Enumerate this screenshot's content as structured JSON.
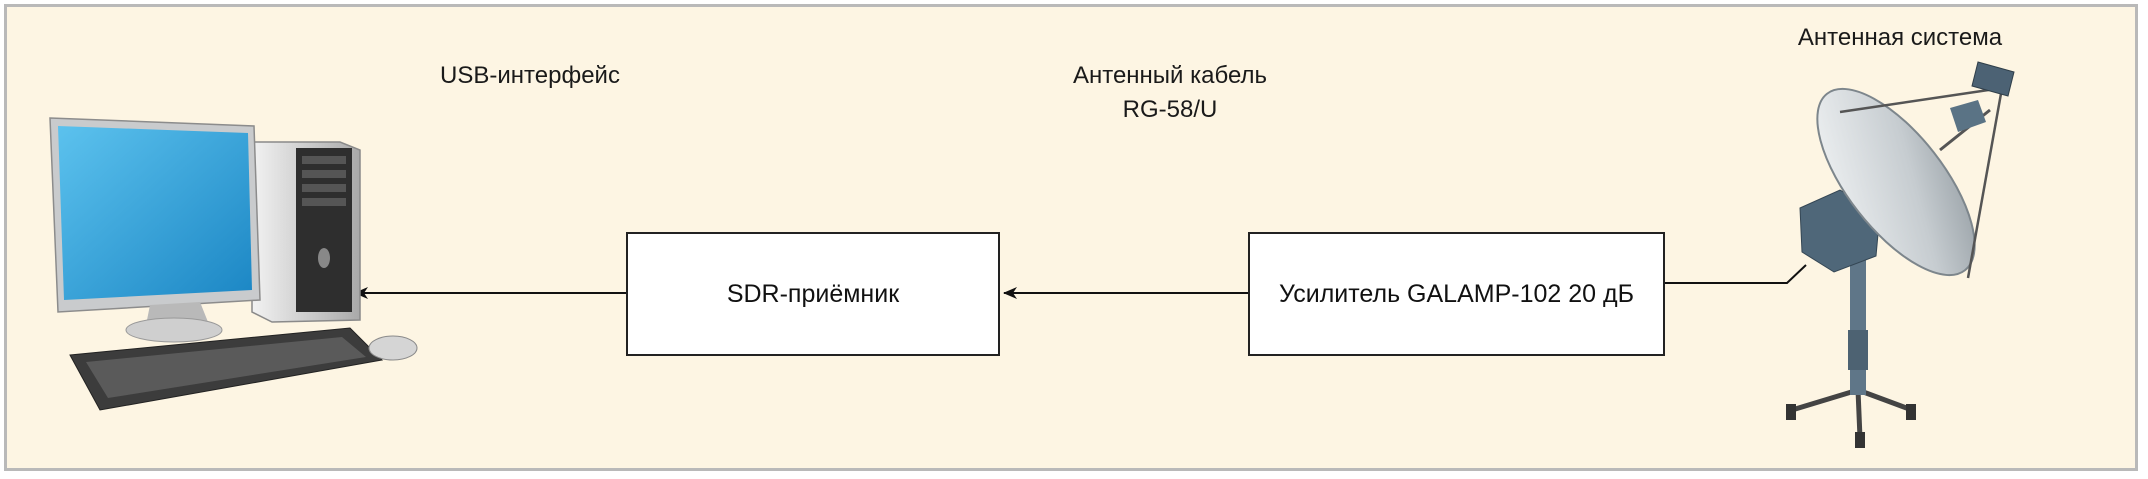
{
  "labels": {
    "usb_interface": "USB-интерфейс",
    "antenna_cable_line1": "Антенный кабель",
    "antenna_cable_line2": "RG-58/U",
    "antenna_system": "Антенная система"
  },
  "blocks": {
    "sdr_receiver": "SDR-приёмник",
    "amplifier": "Усилитель GALAMP-102 20 дБ"
  },
  "colors": {
    "background": "#fdf5e3",
    "frame": "#b9b9b9",
    "screen": "#2ba3da"
  },
  "icons": [
    "computer-icon",
    "satellite-dish-icon"
  ]
}
